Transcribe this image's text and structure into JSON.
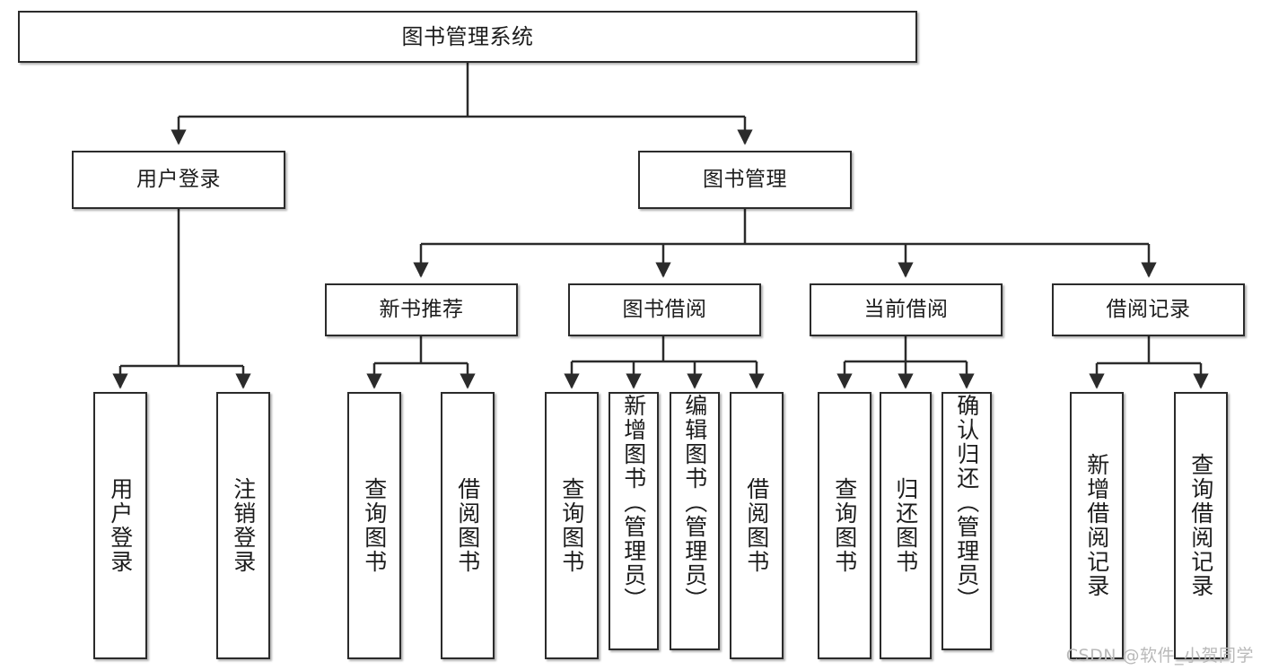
{
  "diagram": {
    "title": "图书管理系统",
    "type": "hierarchy-tree",
    "root": {
      "label": "图书管理系统"
    },
    "tier2": [
      {
        "label": "用户登录"
      },
      {
        "label": "图书管理"
      }
    ],
    "tier3": [
      {
        "label": "新书推荐"
      },
      {
        "label": "图书借阅"
      },
      {
        "label": "当前借阅"
      },
      {
        "label": "借阅记录"
      }
    ],
    "leaves": {
      "user_login": [
        {
          "label": "用户登录"
        },
        {
          "label": "注销登录"
        }
      ],
      "new_book_recommend": [
        {
          "label": "查询图书"
        },
        {
          "label": "借阅图书"
        }
      ],
      "book_borrow": [
        {
          "label": "查询图书"
        },
        {
          "label": "新增图书（管理员）"
        },
        {
          "label": "编辑图书（管理员）"
        },
        {
          "label": "借阅图书"
        }
      ],
      "current_borrow": [
        {
          "label": "查询图书"
        },
        {
          "label": "归还图书"
        },
        {
          "label": "确认归还（管理员）"
        }
      ],
      "borrow_records": [
        {
          "label": "新增借阅记录"
        },
        {
          "label": "查询借阅记录"
        }
      ]
    }
  },
  "watermark": {
    "text": "CSDN @软件_小贺同学"
  },
  "colors": {
    "stroke": "#2b2b2b",
    "fill": "#ffffff",
    "text": "#1c1c1c",
    "watermark": "#b9b9b9"
  }
}
